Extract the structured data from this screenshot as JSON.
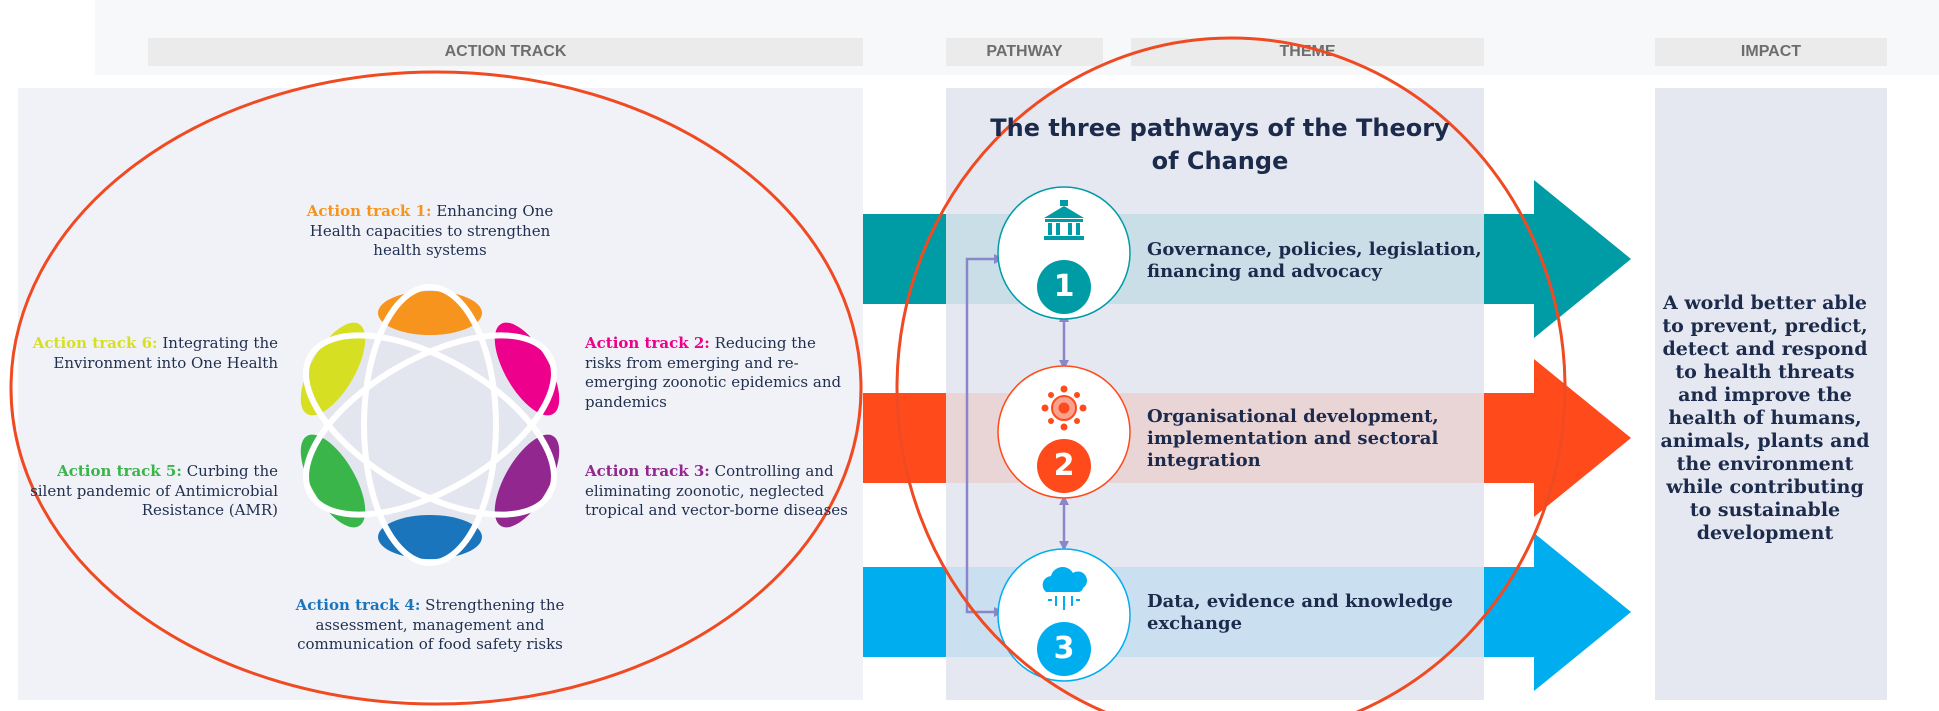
{
  "headers": {
    "action_track": "ACTION TRACK",
    "pathway": "PATHWAY",
    "theme": "THEME",
    "impact": "IMPACT"
  },
  "action_tracks": [
    {
      "label": "Action track 1:",
      "text": "Enhancing One Health capacities to strengthen health systems",
      "color": "#f7941d"
    },
    {
      "label": "Action track 2:",
      "text": "Reducing the risks from emerging and re-emerging zoonotic epidemics and pandemics",
      "color": "#ec008c"
    },
    {
      "label": "Action track 3:",
      "text": "Controlling and eliminating zoonotic, neglected tropical and vector-borne diseases",
      "color": "#92278f"
    },
    {
      "label": "Action track 4:",
      "text": "Strengthening the assessment, management and communication of food safety risks",
      "color": "#1b75bc"
    },
    {
      "label": "Action track 5:",
      "text": "Curbing the silent pandemic of Antimicrobial Resistance (AMR)",
      "color": "#39b54a"
    },
    {
      "label": "Action track 6:",
      "text": "Integrating the Environment into One Health",
      "color": "#d7df23"
    }
  ],
  "pathways_title": "The three pathways of the Theory of Change",
  "pathways": [
    {
      "number": "1",
      "text": "Governance, policies, legislation, financing and advocacy",
      "color": "#009ca6",
      "icon": "government-building-icon"
    },
    {
      "number": "2",
      "text": "Organisational development, implementation and sectoral integration",
      "color": "#ff4a1c",
      "icon": "network-cell-icon"
    },
    {
      "number": "3",
      "text": "Data, evidence and knowledge exchange",
      "color": "#00aeef",
      "icon": "cloud-data-icon"
    }
  ],
  "impact": "A world better able to prevent, predict, detect and respond to health threats and improve the health of humans, animals, plants and the environment while contributing to sustainable development",
  "colors": {
    "highlight_ellipse": "#f04a23",
    "connector": "#8a86c9",
    "panel": "#eef0f5",
    "header_bg": "#ebebeb"
  }
}
